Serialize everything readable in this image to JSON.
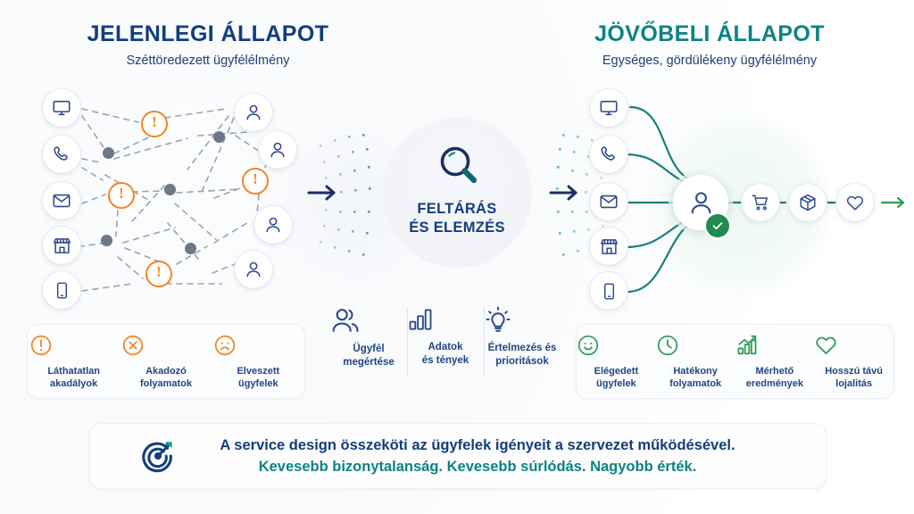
{
  "colors": {
    "navy": "#123d7d",
    "navy_text": "#1f4486",
    "teal": "#0c8382",
    "orange": "#f58220",
    "green": "#2e9e55",
    "green_dark": "#1f8b4c",
    "grey_node": "#6c7787",
    "dash": "#9aa3b0"
  },
  "left_panel": {
    "title": "JELENLEGI ÁLLAPOT",
    "subtitle": "Széttöredezett ügyfélélmény",
    "channel_icons": [
      "monitor-icon",
      "phone-icon",
      "envelope-icon",
      "store-icon",
      "mobile-icon"
    ],
    "person_icons": [
      "person-icon",
      "person-icon",
      "person-icon",
      "person-icon"
    ],
    "warning_markers": [
      "!",
      "!",
      "!",
      "!"
    ],
    "card": {
      "items": [
        {
          "icon": "alert-circle-icon",
          "label": "Láthatatlan\nakadályok",
          "line1": "Láthatatlan",
          "line2": "akadályok"
        },
        {
          "icon": "x-circle-icon",
          "label": "Akadozó\nfolyamatok",
          "line1": "Akadozó",
          "line2": "folyamatok"
        },
        {
          "icon": "sad-face-icon",
          "label": "Elveszett\nügyfelek",
          "line1": "Elveszett",
          "line2": "ügyfelek"
        }
      ]
    }
  },
  "center": {
    "arrow_left": "arrow-right-icon",
    "arrow_right": "arrow-right-icon",
    "icon": "magnifier-icon",
    "title_line1": "FELTÁRÁS",
    "title_line2": "ÉS ELEMZÉS",
    "steps": [
      {
        "icon": "users-icon",
        "line1": "Ügyfél",
        "line2": "megértése"
      },
      {
        "icon": "bar-chart-icon",
        "line1": "Adatok",
        "line2": "és tények"
      },
      {
        "icon": "lightbulb-icon",
        "line1": "Értelmezés és",
        "line2": "prioritások"
      }
    ]
  },
  "right_panel": {
    "title": "JÖVŐBELI ÁLLAPOT",
    "subtitle": "Egységes, gördülékeny ügyfélélmény",
    "channel_icons": [
      "monitor-icon",
      "phone-icon",
      "envelope-icon",
      "store-icon",
      "mobile-icon"
    ],
    "hub_icon": "person-icon",
    "hub_badge": "check-badge-icon",
    "journey_icons": [
      "cart-icon",
      "box-icon",
      "heart-icon"
    ],
    "end_arrow": "arrow-right-icon",
    "card": {
      "items": [
        {
          "icon": "smile-face-icon",
          "line1": "Elégedett",
          "line2": "ügyfelek"
        },
        {
          "icon": "clock-icon",
          "line1": "Hatékony",
          "line2": "folyamatok"
        },
        {
          "icon": "growth-chart-icon",
          "line1": "Mérhető",
          "line2": "eredmények"
        },
        {
          "icon": "heart-icon",
          "line1": "Hosszú távú",
          "line2": "lojalitás"
        }
      ]
    }
  },
  "banner": {
    "icon": "target-dart-icon",
    "line1": "A service design összeköti az ügyfelek igényeit a szervezet működésével.",
    "line2": "Kevesebb bizonytalanság. Kevesebb súrlódás. Nagyobb érték."
  }
}
